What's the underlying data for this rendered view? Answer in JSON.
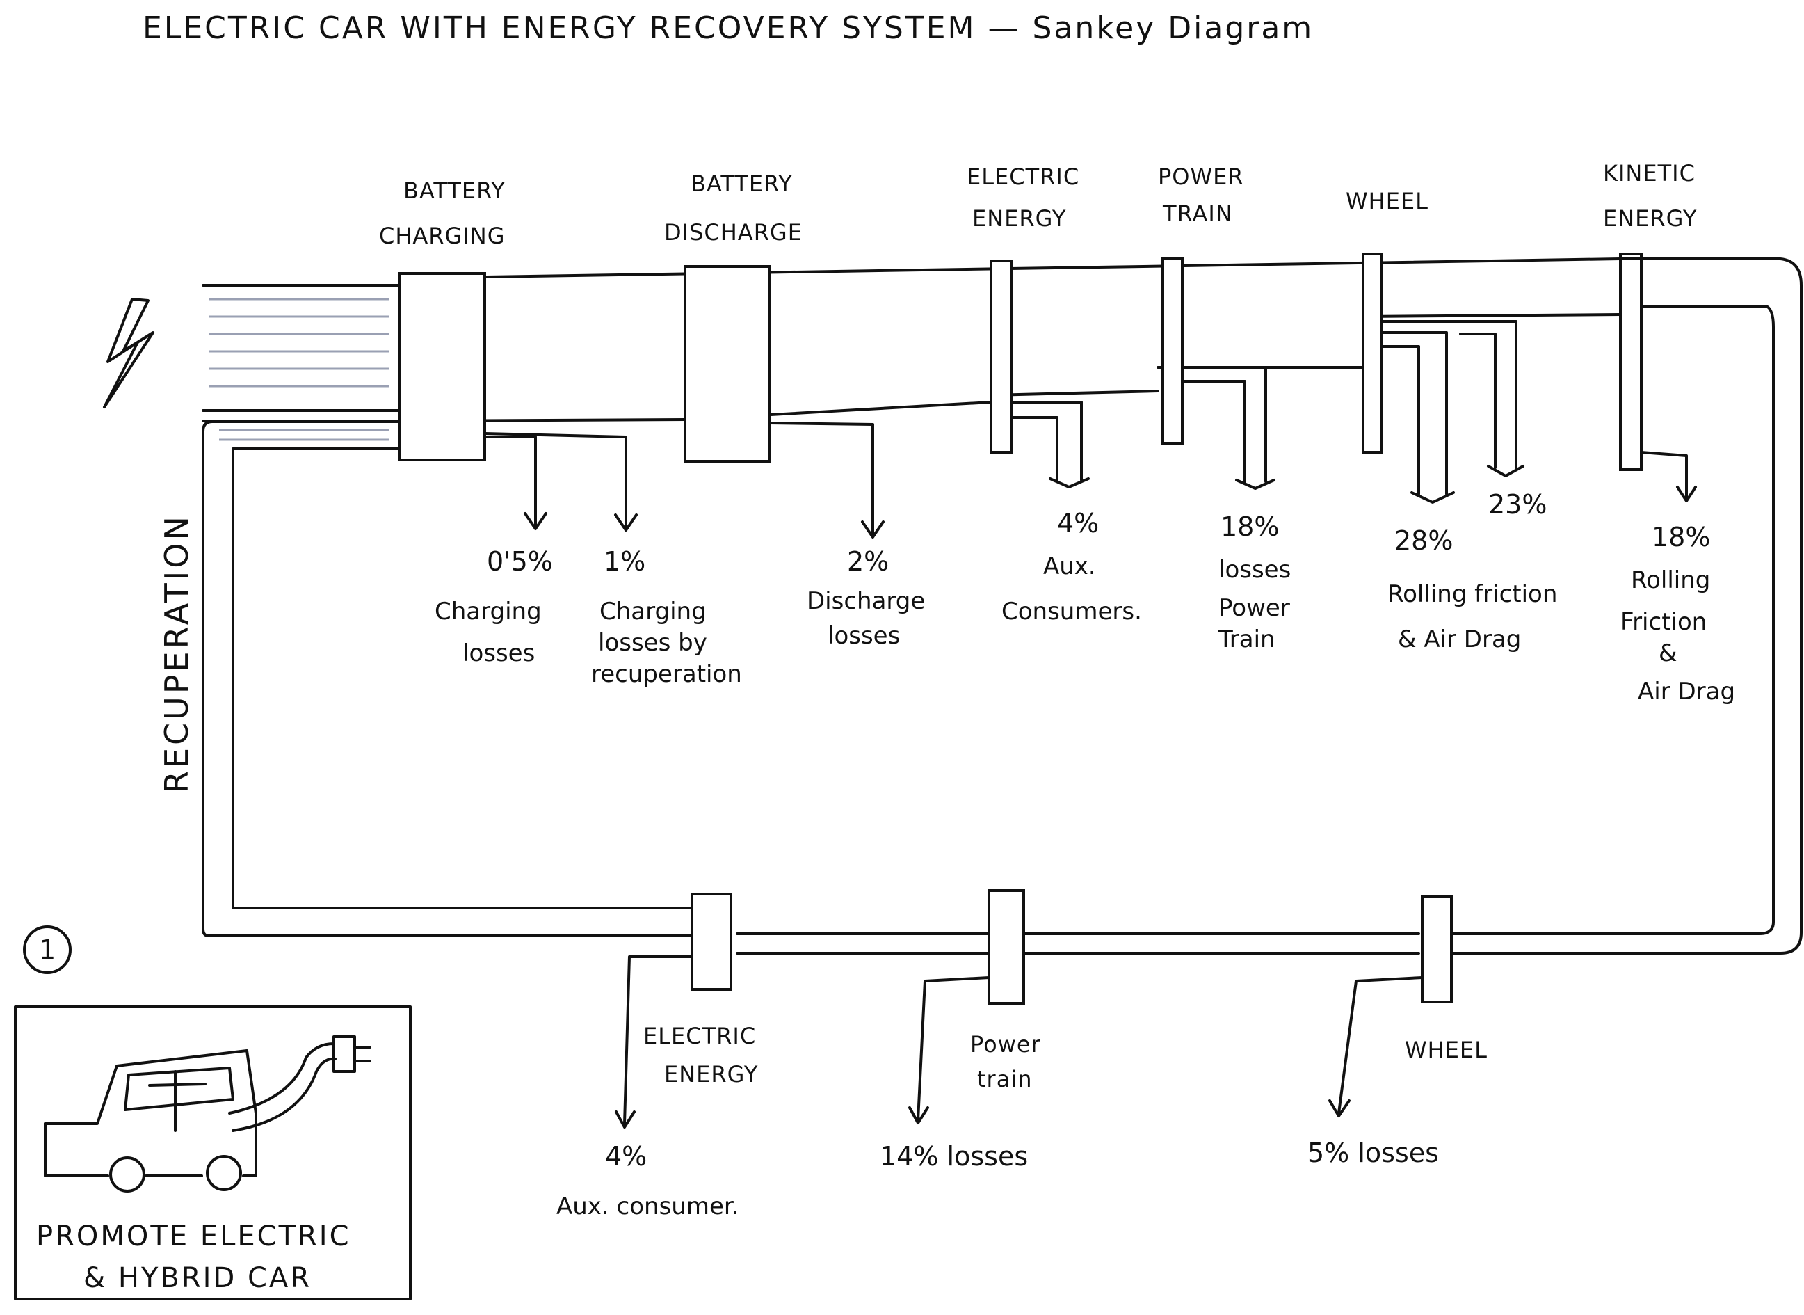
{
  "title": "ELECTRIC CAR WITH ENERGY RECOVERY SYSTEM — Sankey Diagram",
  "recuperation_label": "RECUPERATION",
  "top_stages": [
    {
      "id": "battery-charging",
      "lines": [
        "BATTERY",
        "CHARGING"
      ]
    },
    {
      "id": "battery-discharge",
      "lines": [
        "BATTERY",
        "DISCHARGE"
      ]
    },
    {
      "id": "electric-energy",
      "lines": [
        "ELECTRIC",
        "ENERGY"
      ]
    },
    {
      "id": "power-train",
      "lines": [
        "POWER",
        "TRAIN"
      ]
    },
    {
      "id": "wheel",
      "lines": [
        "WHEEL"
      ]
    },
    {
      "id": "kinetic-energy",
      "lines": [
        "KINETIC",
        "ENERGY"
      ]
    }
  ],
  "top_losses": [
    {
      "id": "charging-losses",
      "value": "0'5%",
      "lines": [
        "Charging",
        "losses"
      ]
    },
    {
      "id": "charging-losses-recuperation",
      "value": "1%",
      "lines": [
        "Charging",
        "losses by",
        "recuperation"
      ]
    },
    {
      "id": "discharge-losses",
      "value": "2%",
      "lines": [
        "Discharge",
        "losses"
      ]
    },
    {
      "id": "aux-consumers",
      "value": "4%",
      "lines": [
        "Aux.",
        "Consumers."
      ]
    },
    {
      "id": "losses-power-train",
      "value": "18%",
      "lines": [
        "losses",
        "Power",
        "Train"
      ]
    },
    {
      "id": "rolling-friction-wheel",
      "value": "28%",
      "value_2": "23%",
      "lines": [
        "Rolling friction",
        "& Air Drag"
      ]
    },
    {
      "id": "rolling-friction-kinetic",
      "value": "18%",
      "lines": [
        "Rolling",
        "Friction",
        "&",
        "Air Drag"
      ]
    }
  ],
  "bottom_stages": [
    {
      "id": "electric-energy-return",
      "lines": [
        "ELECTRIC",
        "ENERGY"
      ],
      "value": "4%",
      "loss_lines": [
        "Aux. consumer."
      ]
    },
    {
      "id": "power-train-return",
      "lines": [
        "Power",
        "train"
      ],
      "value": "14% losses",
      "loss_lines": []
    },
    {
      "id": "wheel-return",
      "lines": [
        "WHEEL"
      ],
      "value": "5% losses",
      "loss_lines": []
    }
  ],
  "footnote_marker": "1",
  "promo": {
    "lines": [
      "PROMOTE ELECTRIC",
      "& HYBRID CAR"
    ]
  },
  "icons": {
    "lightning": "lightning-bolt-icon",
    "car": "electric-car-plug-icon"
  },
  "colors": {
    "ink": "#111111",
    "hatch": "#9aa0b3",
    "paper": "#ffffff"
  }
}
